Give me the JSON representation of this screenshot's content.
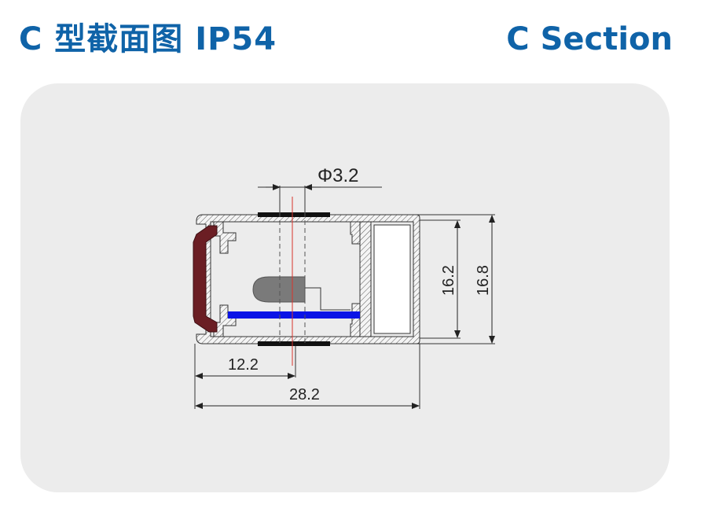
{
  "header": {
    "title_cn": "C 型截面图  IP54",
    "title_en": "C Section"
  },
  "diagram": {
    "dimensions": {
      "hole_diameter": "Φ3.2",
      "inner_height": "16.2",
      "outer_height": "16.8",
      "center_offset": "12.2",
      "total_width": "28.2"
    },
    "colors": {
      "accent": "#0f63a8",
      "led_strip": "#0a14e6",
      "diffuser": "#6b1e24",
      "led_lens": "#7a7a7a",
      "centerline": "#d9342b"
    }
  }
}
